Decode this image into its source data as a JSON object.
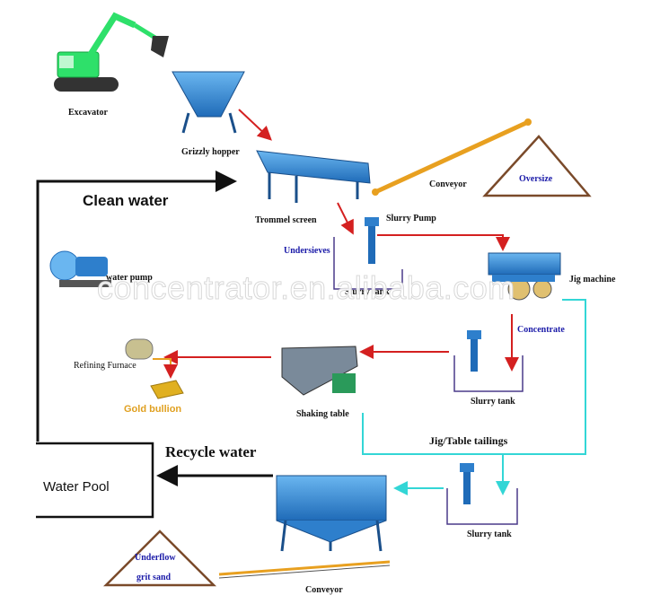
{
  "labels": {
    "excavator": "Excavator",
    "grizzly_hopper": "Grizzly hopper",
    "conveyor_top": "Conveyor",
    "oversize": "Oversize",
    "trommel_screen": "Trommel screen",
    "slurry_pump": "Slurry Pump",
    "undersieves": "Undersieves",
    "slurry_tank_1": "Slurry tank",
    "water_pump": "water pump",
    "jig_machine": "Jig machine",
    "concentrate": "Concentrate",
    "refining_furnace": "Refining Furnace",
    "gold_bullion": "Gold bullion",
    "shaking_table": "Shaking table",
    "slurry_tank_2": "Slurry tank",
    "jig_table_tailings": "Jig/Table tailings",
    "clean_water": "Clean water",
    "recycle_water": "Recycle water",
    "water_pool": "Water Pool",
    "slurry_tank_3": "Slurry tank",
    "underflow": "Underflow",
    "grit_sand": "grit sand",
    "conveyor_bottom": "Conveyor"
  },
  "watermark": "concentrator.en.alibaba.com",
  "colors": {
    "red_arrow": "#d42020",
    "black_arrow": "#111111",
    "cyan_line": "#33d6d6",
    "equipment_blue": "#3a8fd8",
    "excavator_green": "#2ee06a",
    "conveyor_orange": "#e8a020",
    "triangle_brown": "#7a4a2a",
    "label_blue": "#1a1aa8",
    "gold": "#e0b020"
  }
}
